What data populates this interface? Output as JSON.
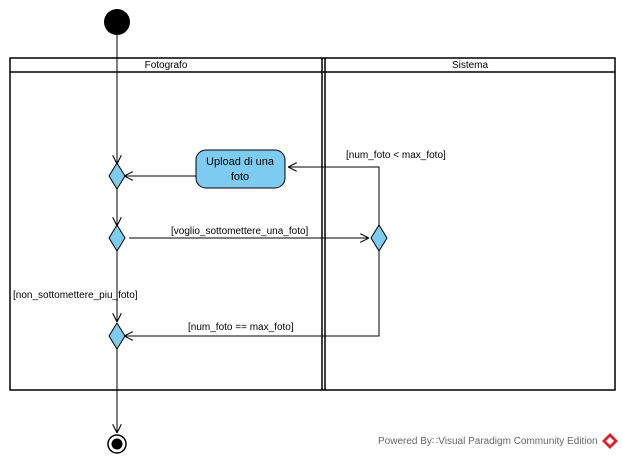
{
  "swimlanes": {
    "left_title": "Fotografo",
    "right_title": "Sistema"
  },
  "action": {
    "line1": "Upload di una",
    "line2": "foto"
  },
  "guards": {
    "voglio": "[voglio_sottomettere_una_foto]",
    "num_less": "[num_foto < max_foto]",
    "num_equal": "[num_foto == max_foto]",
    "non_sottomettere": "[non_sottomettere_piu_foto]"
  },
  "watermark": {
    "text": "Powered By∷Visual Paradigm Community Edition"
  },
  "colors": {
    "decision_fill": "#7ecbf0",
    "action_fill": "#7ecbf0",
    "line": "#000000",
    "logo_red": "#d9232b"
  }
}
